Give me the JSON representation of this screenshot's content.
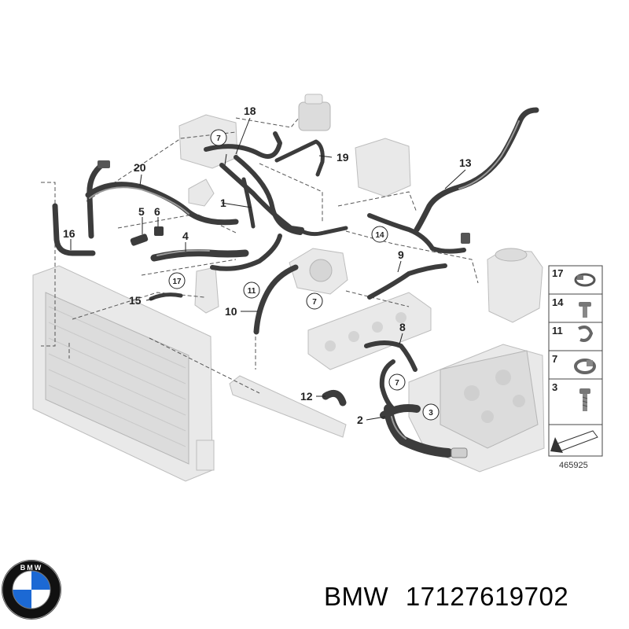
{
  "diagram": {
    "callouts": [
      "18",
      "19",
      "20",
      "13",
      "1",
      "5",
      "6",
      "16",
      "4",
      "9",
      "15",
      "10",
      "8",
      "12",
      "2"
    ],
    "circled_refs": [
      "7",
      "14",
      "17",
      "11",
      "7",
      "7",
      "3"
    ],
    "legend": {
      "items": [
        {
          "number": "17",
          "icon": "hose-clamp-icon"
        },
        {
          "number": "14",
          "icon": "bolt-icon"
        },
        {
          "number": "11",
          "icon": "clip-icon"
        },
        {
          "number": "7",
          "icon": "band-clamp-icon"
        },
        {
          "number": "3",
          "icon": "screw-icon"
        }
      ],
      "reference_number": "465925"
    }
  },
  "brand": {
    "logo_text": "BMW",
    "caption_brand": "BMW",
    "caption_part_number": "17127619702"
  },
  "colors": {
    "hose": "#3c3c3c",
    "component_ghost": "#e9e9e9",
    "logo_blue": "#1c69d4",
    "logo_ring": "#111111"
  }
}
